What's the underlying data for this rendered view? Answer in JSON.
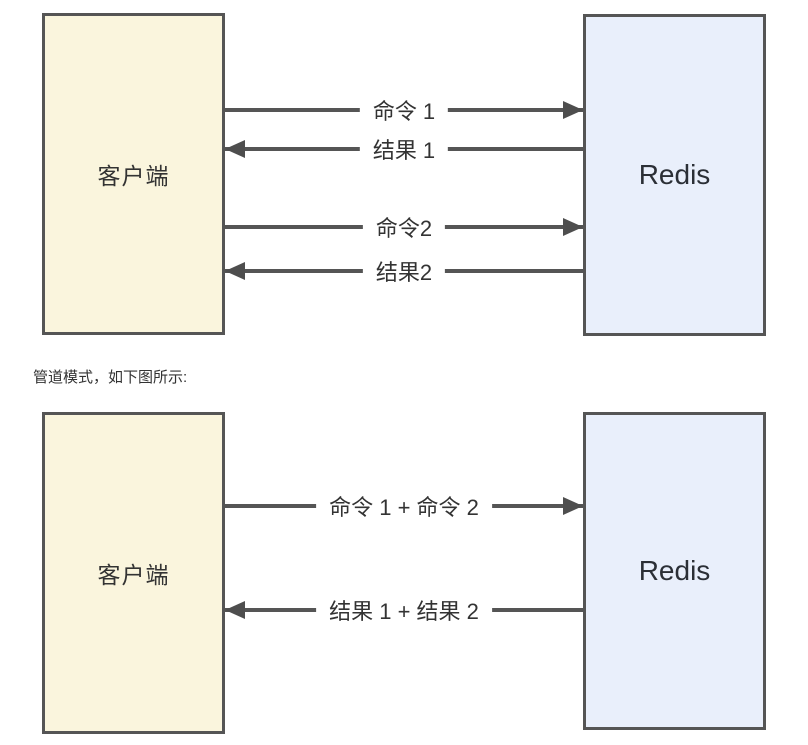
{
  "figure": {
    "caption": "管道模式，如下图所示:",
    "colors": {
      "background": "#FFFFFF",
      "client_box_fill": "#FAF5DD",
      "redis_box_fill": "#E9EFFB",
      "box_border": "#555555",
      "arrow": "#555555",
      "text": "#333333"
    },
    "diagram_normal": {
      "client_label": "客户端",
      "server_label": "Redis",
      "arrows": [
        {
          "label": "命令 1",
          "direction": "right"
        },
        {
          "label": "结果 1",
          "direction": "left"
        },
        {
          "label": "命令2",
          "direction": "right"
        },
        {
          "label": "结果2",
          "direction": "left"
        }
      ]
    },
    "diagram_pipeline": {
      "client_label": "客户端",
      "server_label": "Redis",
      "arrows": [
        {
          "label": "命令 1 + 命令 2",
          "direction": "right"
        },
        {
          "label": "结果 1 + 结果 2",
          "direction": "left"
        }
      ]
    }
  }
}
